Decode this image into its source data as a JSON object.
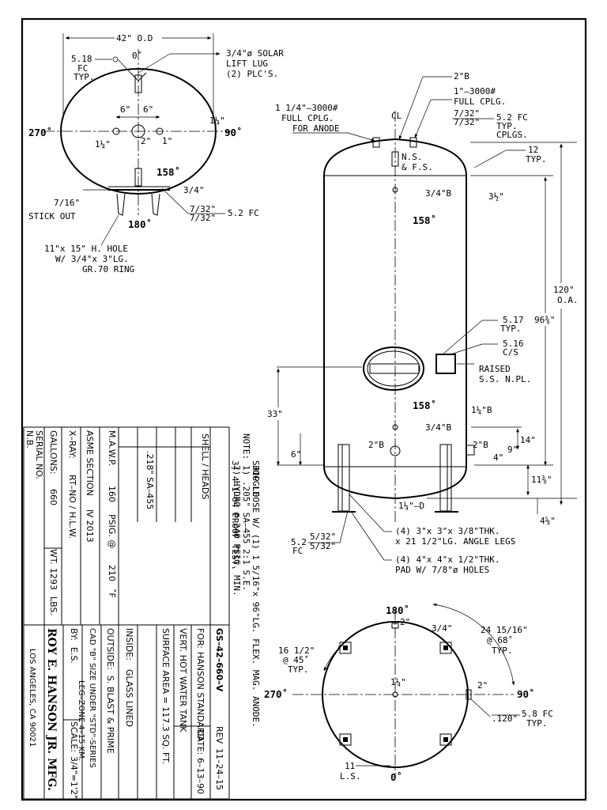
{
  "top_view": {
    "od": "42\" O.D",
    "deg_0": "0˚",
    "deg_90": "90˚",
    "deg_180": "180˚",
    "deg_270": "270˚",
    "weld_518_fc": "5.18",
    "weld_fc": "FC",
    "weld_typ": "TYP.",
    "lift_lug_1": "3/4\"ø SOLAR",
    "lift_lug_2": "LIFT LUG",
    "lift_lug_3": "(2) PLC'S.",
    "six_a": "6\"",
    "six_b": "6\"",
    "one_quarter_right": "1¼\"",
    "one_quarter_left": "1¼\"",
    "two_in": "2\"",
    "one_in": "1\"",
    "deg_158": "158˚",
    "three_quarter": "3/4\"",
    "stick_out_frac": "7/16\"",
    "stick_out": "STICK OUT",
    "weld_732a": "7/32\"",
    "weld_732b": "7/32\"",
    "weld_52fc": "5.2 FC",
    "hole_1": "11\"x 15\" H. HOLE",
    "hole_2": "W/ 3/4\"x 3\"LG.",
    "hole_3": "GR.70 RING"
  },
  "elevation": {
    "anode_1": "1 1/4\"–3000#",
    "anode_2": "FULL CPLG.",
    "anode_3": "FOR ANODE",
    "two_b_top": "2\"B",
    "cplg_1": "1\"–3000#",
    "cplg_2": "FULL CPLG.",
    "weld_732c": "7/32\"",
    "weld_732d": "7/32\"",
    "weld_52fc_typ": "5.2 FC",
    "weld_typ2": "TYP.",
    "cplgs": "CPLGS.",
    "cl": "CL",
    "ns_fs_1": "N.S.",
    "ns_fs_2": "& F.S.",
    "weld_12": "12",
    "weld_12_typ": "TYP.",
    "three_quarter_b": "3/4\"B",
    "three_half": "3½\"",
    "deg_158_a": "158˚",
    "dim_120": "120\"",
    "dim_oa": "O.A.",
    "dim_96": "96⅜\"",
    "weld_517": "5.17",
    "weld_517_typ": "TYP.",
    "weld_516": "5.16",
    "weld_516_cs": "C/S",
    "raised_1": "RAISED",
    "raised_2": "S.S. N.PL.",
    "dim_33": "33\"",
    "deg_158_b": "158˚",
    "one_quarter_b": "1¼\"B",
    "three_quarter_b2": "3/4\"B",
    "dim_14": "14\"",
    "two_b_left": "2\"B",
    "two_b_right": "2\"B",
    "dim_9": "9\"",
    "dim_6": "6\"",
    "dim_4": "4\"",
    "dim_11": "11⅜\"",
    "one_quarter_d": "1¼\"–D",
    "dim_4_58": "4⅝\"",
    "weld_52": "5.2",
    "weld_532a": "5/32\"",
    "weld_532b": "5/32\"",
    "weld_fc2": "FC",
    "legs_1": "(4) 3\"x 3\"x 3/8\"THK.",
    "legs_2": "x 21 1/2\"LG. ANGLE LEGS",
    "pad_1": "(4) 4\"x 4\"x 1/2\"THK.",
    "pad_2": "PAD W/ 7/8\"ø HOLES"
  },
  "bottom_view": {
    "deg_180": "180˚",
    "two_in": "2\"",
    "three_quarter": "3/4\"",
    "dim_24_1": "24 15/16\"",
    "dim_24_2": "@ 68˚",
    "dim_24_3": "TYP.",
    "dim_16_1": "16 1/2\"",
    "dim_16_2": "@ 45˚",
    "dim_16_3": "TYP.",
    "one_quarter": "1¼\"",
    "deg_270": "270˚",
    "deg_90": "90˚",
    "two_in_right": "2\"",
    "weld_120": ".120\"",
    "weld_58fc": "5.8 FC",
    "weld_typ": "TYP.",
    "ls_num": "11",
    "ls": "L.S.",
    "deg_0": "0˚"
  },
  "notes": {
    "title": "NOTE:",
    "n1": "1) .205\" SA–455  2:1 S.E.",
    "n1b": "JOGGLE",
    "n2": "2) HYDRO @ 240 PSIG. MIN.",
    "n3": "3) 4–1–04 PROOF TEST.",
    "n4": "SHIP LOOSE W/ (1) 1 5/16\"x 96\"LG. FLEX. MAG. ANODE.",
    "shell_heads": "SHELL  /  HEADS",
    "shell_spec": ".218\" SA–455"
  },
  "title_block": {
    "mawp_label": "M.A.W.P.",
    "mawp_value": "160",
    "mawp_unit": "PSIG. @",
    "mawp_temp": "210",
    "mawp_temp_unit": "˚F",
    "asme_label": "ASME SECTION",
    "asme_value": "Ⅳ 2013",
    "xray_label": "X–RAY:",
    "xray_value": "RT–NO / H.L.W.",
    "gallons_label": "GALLONS:",
    "gallons_value": "660",
    "wt_label": "WT.",
    "wt_value": "1293",
    "wt_unit": "LBS.",
    "serial_label": "SERIAL NO.",
    "nb_label": "N.B.",
    "drawing_no": "GS–42–660–V",
    "rev_label": "REV",
    "rev_value": "11–24–15",
    "for_label": "FOR:",
    "for_value": "HANSON STANDARD",
    "date_label": "DATE:",
    "date_value": "6–13–90",
    "desc": "VERT. HOT WATER TANK",
    "surface": "SURFACE AREA = 117.3 SQ. FT.",
    "inside_label": "INSIDE:",
    "inside_value": "GLASS LINED",
    "outside_label": "OUTSIDE:",
    "outside_value": "S. BLAST & PRIME",
    "cad": "CAD \"B\" SIZE UNDER \"STD\"-SERIES",
    "by_label": "BY:",
    "by_value": "E.S.",
    "leg_zone": "LEG–ZONE 4–15 KM.",
    "scale_label": "SCALE:",
    "scale_value": "3/4\"=1'2\"",
    "company": "ROY E. HANSON JR. MFG.",
    "location": "LOS ANGELES, CA 90021"
  }
}
